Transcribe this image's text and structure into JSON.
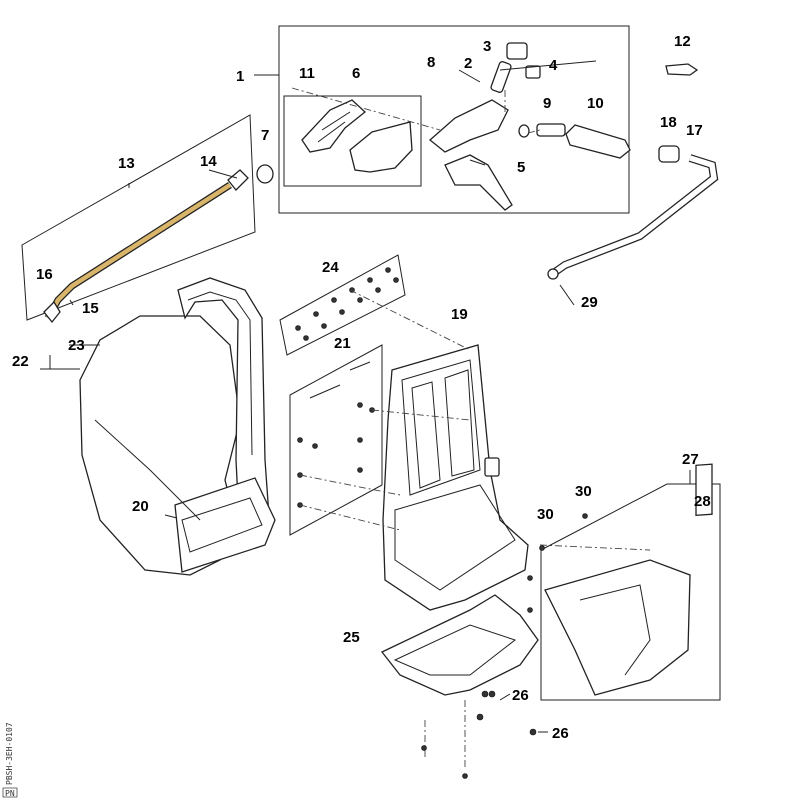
{
  "diagram": {
    "image_code": "PBSH-3EH-0107",
    "corner_mark": "PN",
    "callouts": [
      "1",
      "2",
      "3",
      "4",
      "5",
      "6",
      "7",
      "8",
      "9",
      "10",
      "11",
      "12",
      "13",
      "14",
      "15",
      "16",
      "17",
      "18",
      "19",
      "20",
      "21",
      "22",
      "23",
      "24",
      "25",
      "26",
      "26",
      "27",
      "28",
      "29",
      "30",
      "30"
    ]
  }
}
